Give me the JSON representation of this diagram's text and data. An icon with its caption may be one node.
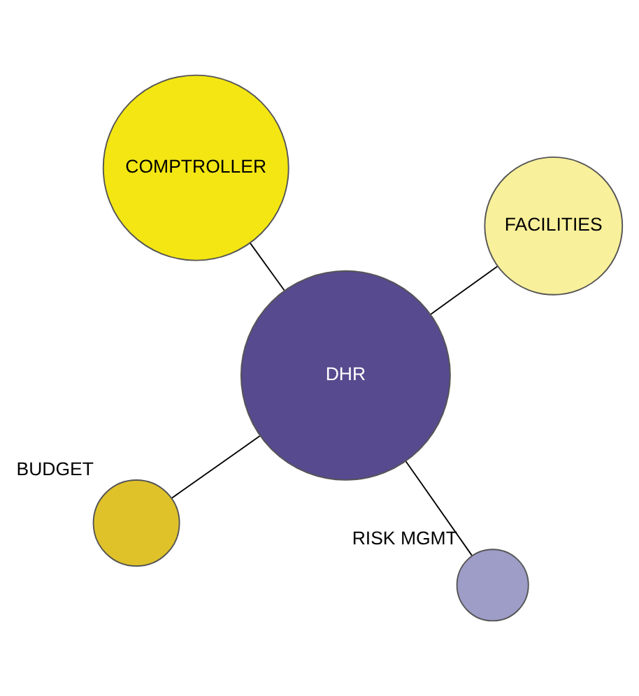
{
  "diagram": {
    "nodes": [
      {
        "text": [
          "FACILITIES"
        ]
      },
      {
        "text": [
          "RISK MGMT"
        ]
      },
      {
        "text": [
          "DHR"
        ]
      },
      {
        "text": [
          "COMPTROLLER"
        ]
      },
      {
        "text": [
          "BUDGET"
        ]
      }
    ],
    "edges": [
      {
        "from": 2,
        "to": 0,
        "arrow": "none"
      },
      {
        "from": 2,
        "to": 1,
        "arrow": "none"
      },
      {
        "from": 2,
        "to": 3,
        "arrow": "none"
      },
      {
        "from": 2,
        "to": 4,
        "arrow": "none"
      }
    ]
  }
}
